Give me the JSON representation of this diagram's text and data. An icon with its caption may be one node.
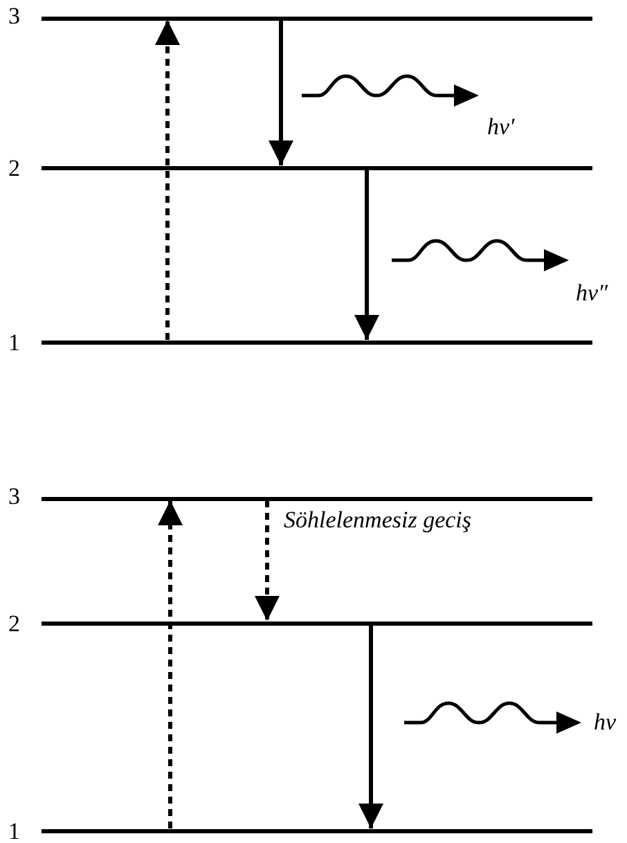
{
  "diagram": {
    "nodes": [
      {
        "text": [],
        "shape": "bar"
      },
      {
        "text": [],
        "shape": "bar"
      },
      {
        "text": [],
        "shape": "bar"
      },
      {
        "text": [],
        "shape": "bar"
      },
      {
        "text": [],
        "shape": "bar"
      },
      {
        "text": [],
        "shape": "bar"
      }
    ],
    "edges": [
      {
        "from": 2,
        "to": 0,
        "arrow": "to",
        "style": "dashed"
      },
      {
        "from": 0,
        "to": 1,
        "arrow": "to"
      },
      {
        "from": 1,
        "to": 2,
        "arrow": "to"
      },
      {
        "from": 5,
        "to": 3,
        "arrow": "to",
        "style": "dashed"
      },
      {
        "from": 3,
        "to": 4,
        "arrow": "to",
        "style": "dashed",
        "label": "Söhlelenmesiz geciş"
      },
      {
        "from": 4,
        "to": 5,
        "arrow": "to"
      }
    ],
    "labels": [
      "3",
      "hν′",
      "2",
      "hν″",
      "1",
      "3",
      "2",
      "hν",
      "1"
    ]
  }
}
